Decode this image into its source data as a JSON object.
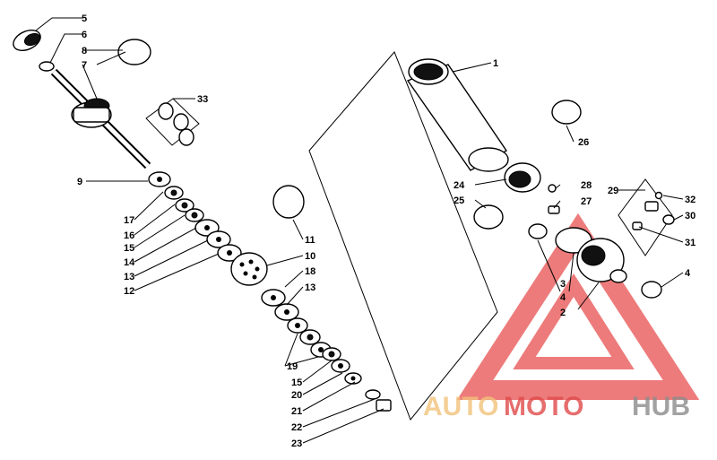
{
  "watermark": {
    "part1": "AUTO",
    "part2": "MOTO",
    "part3": "HUB"
  },
  "callouts": {
    "c1": "1",
    "c2": "2",
    "c3": "3",
    "c4a": "4",
    "c4b": "4",
    "c5": "5",
    "c6": "6",
    "c7": "7",
    "c8": "8",
    "c9": "9",
    "c10": "10",
    "c11": "11",
    "c12": "12",
    "c13a": "13",
    "c13b": "13",
    "c14": "14",
    "c15a": "15",
    "c15b": "15",
    "c16": "16",
    "c17": "17",
    "c18": "18",
    "c19": "19",
    "c20": "20",
    "c21": "21",
    "c22": "22",
    "c23": "23",
    "c24": "24",
    "c25": "25",
    "c26": "26",
    "c27": "27",
    "c28": "28",
    "c29": "29",
    "c30": "30",
    "c31": "31",
    "c32": "32",
    "c33": "33"
  },
  "colors": {
    "watermark_triangle": "#e85050",
    "ink": "#000000"
  }
}
